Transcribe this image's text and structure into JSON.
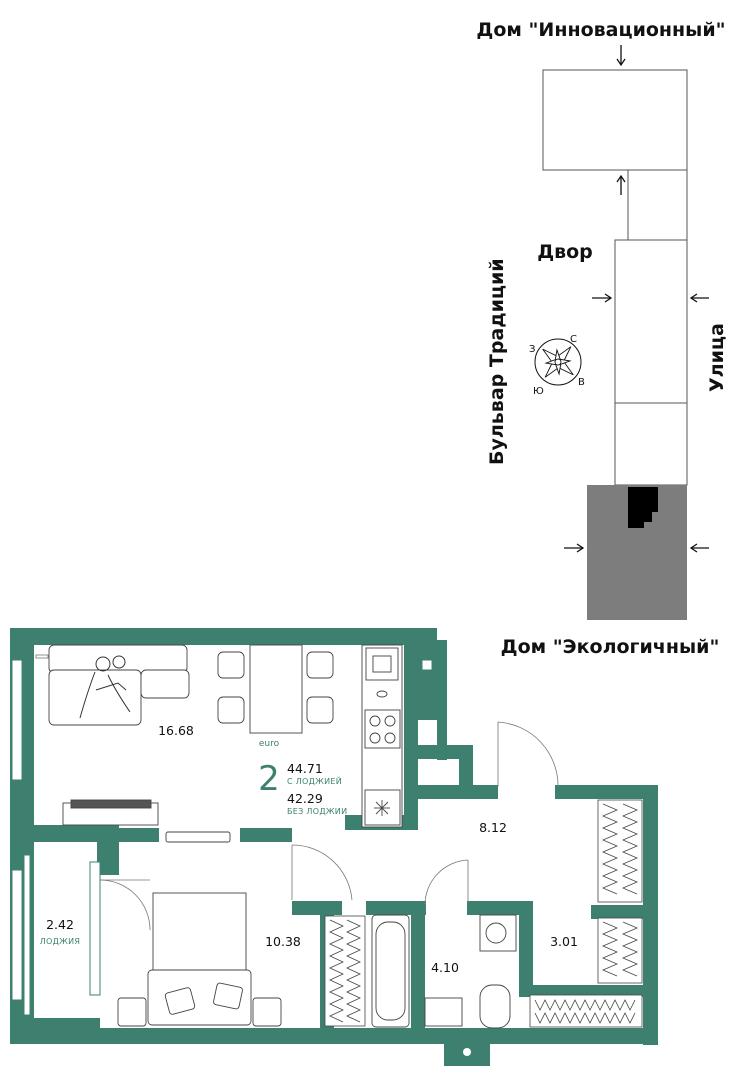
{
  "site": {
    "top_label": "Дом \"Инновационный\"",
    "bottom_label": "Дом \"Экологичный\"",
    "yard_label": "Двор",
    "left_street": "Бульвар Традиций",
    "right_street": "Улица",
    "compass": {
      "n": "С",
      "e": "В",
      "s": "Ю",
      "w": "З"
    }
  },
  "apartment": {
    "rooms_count": "2",
    "type_label": "euro",
    "area_with_loggia": "44.71",
    "with_loggia_caption": "С ЛОДЖИЕЙ",
    "area_without_loggia": "42.29",
    "without_loggia_caption": "БЕЗ ЛОДЖИИ"
  },
  "rooms": {
    "living": "16.68",
    "bedroom": "10.38",
    "hall": "8.12",
    "bathroom": "4.10",
    "storage": "3.01",
    "loggia_area": "2.42",
    "loggia_caption": "ЛОДЖИЯ"
  },
  "colors": {
    "wall": "#3d8070",
    "accent_text": "#3d8070",
    "building_highlight": "#7d7d7d",
    "outline": "#555555"
  }
}
